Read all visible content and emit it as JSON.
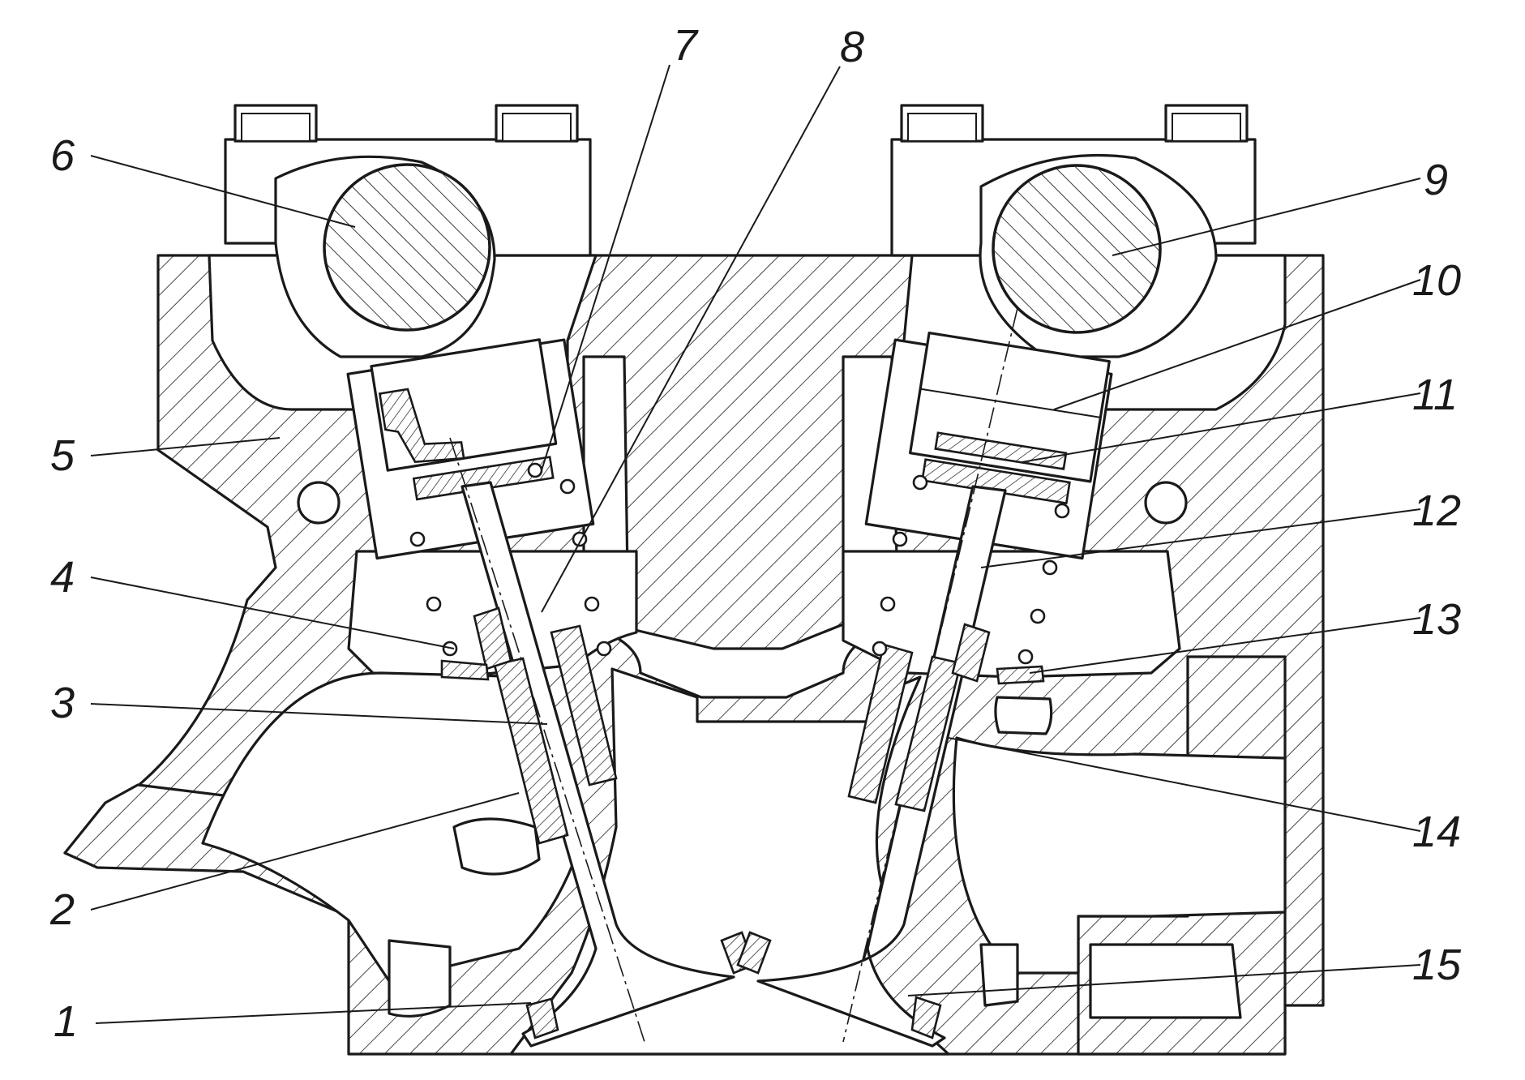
{
  "figure": {
    "callouts": [
      {
        "id": "1",
        "text": "1"
      },
      {
        "id": "2",
        "text": "2"
      },
      {
        "id": "3",
        "text": "3"
      },
      {
        "id": "4",
        "text": "4"
      },
      {
        "id": "5",
        "text": "5"
      },
      {
        "id": "6",
        "text": "6"
      },
      {
        "id": "7",
        "text": "7"
      },
      {
        "id": "8",
        "text": "8"
      },
      {
        "id": "9",
        "text": "9"
      },
      {
        "id": "10",
        "text": "10"
      },
      {
        "id": "11",
        "text": "11"
      },
      {
        "id": "12",
        "text": "12"
      },
      {
        "id": "13",
        "text": "13"
      },
      {
        "id": "14",
        "text": "14"
      },
      {
        "id": "15",
        "text": "15"
      }
    ],
    "colors": {
      "ink": "#1a1a1a",
      "paper": "#ffffff"
    }
  }
}
